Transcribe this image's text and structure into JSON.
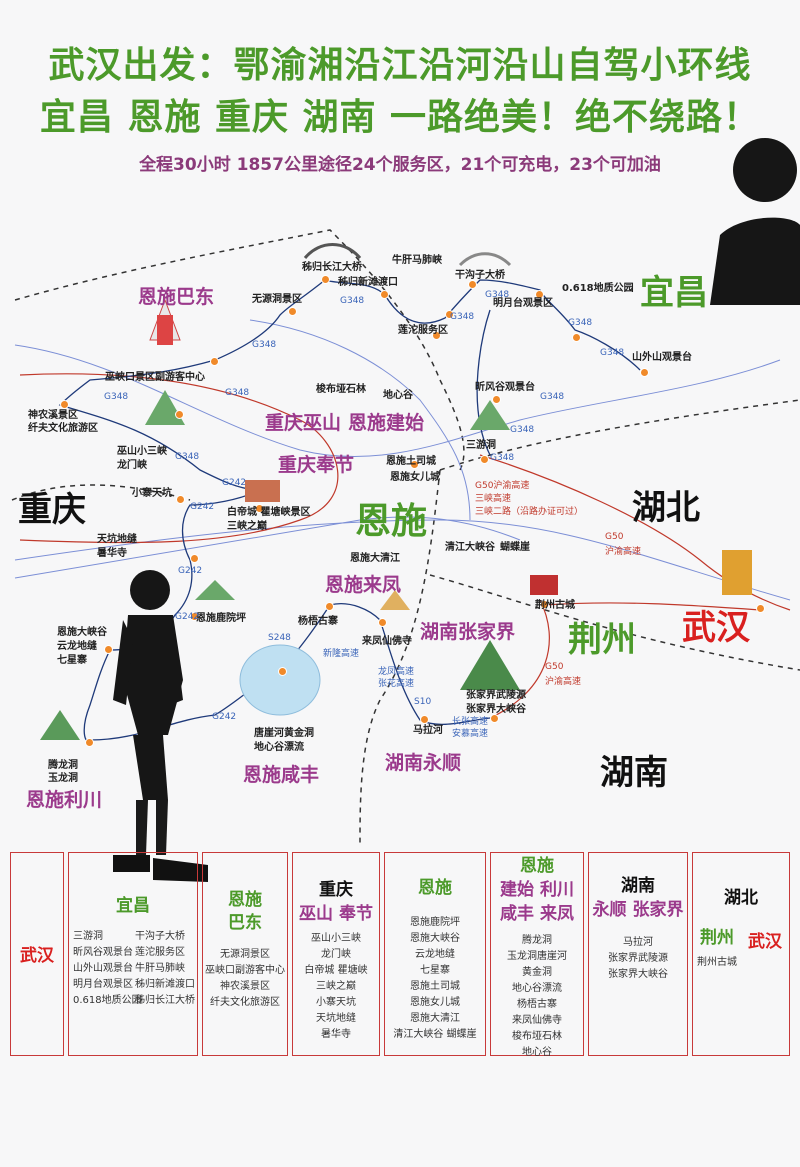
{
  "header": {
    "title_line1": "武汉出发：鄂渝湘沿江沿河沿山自驾小环线",
    "title_line2": "宜昌 恩施 重庆 湖南 一路绝美！绝不绕路！",
    "subtitle": "全程30小时 1857公里途径24个服务区，21个可充电，23个可加油"
  },
  "colors": {
    "title_green": "#4c9a2a",
    "region_purple": "#9b3a8c",
    "route_red": "#c0392b",
    "road_blue": "#3a64b8",
    "spot_orange": "#f08a2a"
  },
  "regions": {
    "hubei": "湖北",
    "chongqing": "重庆",
    "hunan": "湖南",
    "enshi": "恩施",
    "yichang": "宜昌",
    "jingzhou": "荆州",
    "wuhan": "武汉",
    "enshi_badong": "恩施巴东",
    "chongqing_wushan": "重庆巫山",
    "enshi_jianshi": "恩施建始",
    "chongqing_fengjie": "重庆奉节",
    "enshi_laifeng": "恩施来凤",
    "hunan_zhangjiajie": "湖南张家界",
    "enshi_xianfeng": "恩施咸丰",
    "hunan_yongshun": "湖南永顺",
    "enshi_lichuan": "恩施利川"
  },
  "spots": {
    "s01": "秭归长江大桥",
    "s02": "牛肝马肺峡",
    "s03": "干沟子大桥",
    "s04": "0.618地质公园",
    "s05": "无源洞景区",
    "s06": "秭归新滩渡口",
    "s07": "明月台观景区",
    "s08": "莲沱服务区",
    "s09": "山外山观景台",
    "s10": "巫峡口景区副游客中心",
    "s11": "神农溪景区",
    "s12": "纤夫文化旅游区",
    "s13": "梭布垭石林",
    "s14": "地心谷",
    "s15": "昕风谷观景台",
    "s16": "巫山小三峡",
    "s17": "龙门峡",
    "s18": "三游洞",
    "s19": "恩施土司城",
    "s20": "恩施女儿城",
    "s21": "小寨天坑",
    "s22": "白帝城 瞿塘峡景区",
    "s23": "三峡之巅",
    "s24": "天坑地缝",
    "s25": "暑华寺",
    "s26": "恩施大清江",
    "s27": "清江大峡谷",
    "s28": "蝴蝶崖",
    "s29": "荆州古城",
    "s30": "恩施鹿院坪",
    "s31": "恩施大峡谷",
    "s32": "云龙地缝",
    "s33": "七星寨",
    "s34": "杨梧古寨",
    "s35": "来凤仙佛寺",
    "s36": "张家界武陵源",
    "s37": "张家界大峡谷",
    "s38": "马拉河",
    "s39": "唐崖河黄金洞",
    "s40": "地心谷漂流",
    "s41": "腾龙洞",
    "s42": "玉龙洞"
  },
  "roads": {
    "g348": "G348",
    "g242": "G242",
    "s248": "S248",
    "s10": "S10",
    "g50_1": "G50沪渝高速",
    "g50_2": "三峡高速",
    "g50_3": "三峡二路（沿路办证可过）",
    "g50_4": "G50",
    "g50_5": "沪渝高速",
    "g50_6": "G50",
    "g50_7": "沪渝高速",
    "xinlong": "新隆高速",
    "longlai1": "龙凤高速",
    "longlai2": "张花高速",
    "changyi": "长张高速",
    "anmu": "安慕高速"
  },
  "table": {
    "wuhan_cell": "武汉",
    "yichang": {
      "head": "宜昌",
      "left": [
        "三游洞",
        "昕风谷观景台",
        "山外山观景台",
        "明月台观景区",
        "0.618地质公园"
      ],
      "right": [
        "干沟子大桥",
        "莲沱服务区",
        "牛肝马肺峡",
        "秭归新滩渡口",
        "秭归长江大桥"
      ]
    },
    "badong": {
      "head1": "恩施",
      "head2": "巴东",
      "items": [
        "无源洞景区",
        "巫峡口副游客中心",
        "神农溪景区",
        "纤夫文化旅游区"
      ]
    },
    "chongqing": {
      "head1": "重庆",
      "head2": "巫山 奉节",
      "items": [
        "巫山小三峡",
        "龙门峡",
        "白帝城 瞿塘峡",
        "三峡之巅",
        "小寨天坑",
        "天坑地缝",
        "暑华寺"
      ]
    },
    "enshi": {
      "head": "恩施",
      "items": [
        "恩施鹿院坪",
        "恩施大峡谷",
        "云龙地缝",
        "七星寨",
        "恩施土司城",
        "恩施女儿城",
        "恩施大清江",
        "清江大峡谷 蝴蝶崖"
      ]
    },
    "enshi2": {
      "head1": "恩施",
      "head2": "建始 利川",
      "head3": "咸丰 来凤",
      "items": [
        "腾龙洞",
        "玉龙洞唐崖河",
        "黄金洞",
        "地心谷漂流",
        "杨梧古寨",
        "来凤仙佛寺",
        "梭布垭石林",
        "地心谷"
      ]
    },
    "hunan": {
      "head1": "湖南",
      "head2": "永顺 张家界",
      "items": [
        "马拉河",
        "张家界武陵源",
        "张家界大峡谷"
      ]
    },
    "hubei": {
      "head": "湖北",
      "jingzhou": "荆州",
      "wuhan": "武汉",
      "item": "荆州古城"
    }
  }
}
